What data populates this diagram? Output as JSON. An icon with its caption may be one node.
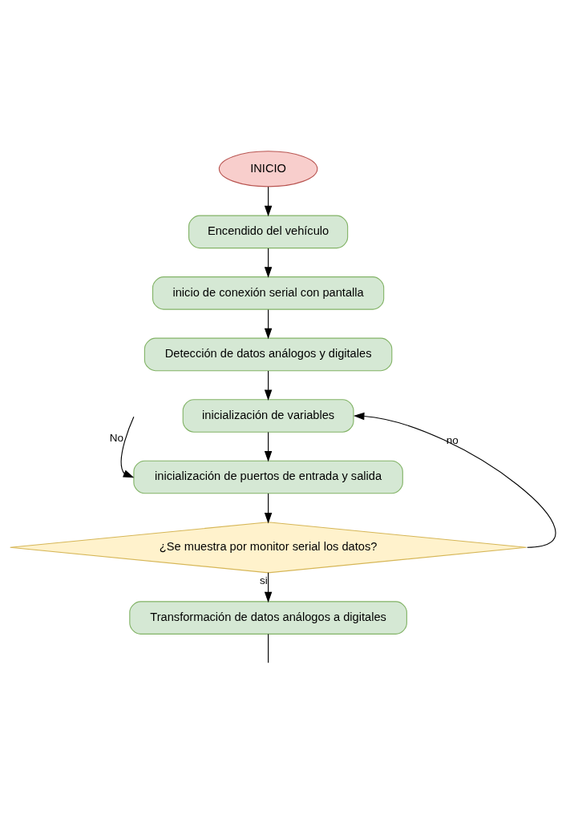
{
  "diagram": {
    "nodes": [
      {
        "text": [
          "INICIO"
        ]
      },
      {
        "text": [
          "Encendido del vehículo"
        ]
      },
      {
        "text": [
          "inicio de conexión serial con pantalla"
        ]
      },
      {
        "text": [
          "Detección de datos análogos y digitales"
        ]
      },
      {
        "text": [
          "inicialización de variables"
        ]
      },
      {
        "text": [
          "inicialización de puertos de entrada y salida"
        ]
      },
      {
        "text": [
          "¿Se muestra por monitor serial los datos?"
        ]
      },
      {
        "text": [
          "Transformación de datos análogos a digitales"
        ]
      }
    ],
    "edges": [
      {
        "from": 0,
        "to": 1,
        "arrow": "to"
      },
      {
        "from": 1,
        "to": 2,
        "arrow": "to"
      },
      {
        "from": 2,
        "to": 3,
        "arrow": "to"
      },
      {
        "from": 3,
        "to": 4,
        "arrow": "to"
      },
      {
        "from": 4,
        "to": 5,
        "arrow": "to"
      },
      {
        "from": 5,
        "to": 6,
        "arrow": "to"
      },
      {
        "from": 6,
        "to": 7,
        "label": "si",
        "arrow": "to"
      },
      {
        "from": 6,
        "to": 4,
        "label": "no",
        "arrow": "to"
      },
      {
        "from": null,
        "to": 5,
        "label": "No",
        "arrow": "to"
      },
      {
        "from": 7,
        "to": null,
        "arrow": "none"
      }
    ]
  }
}
